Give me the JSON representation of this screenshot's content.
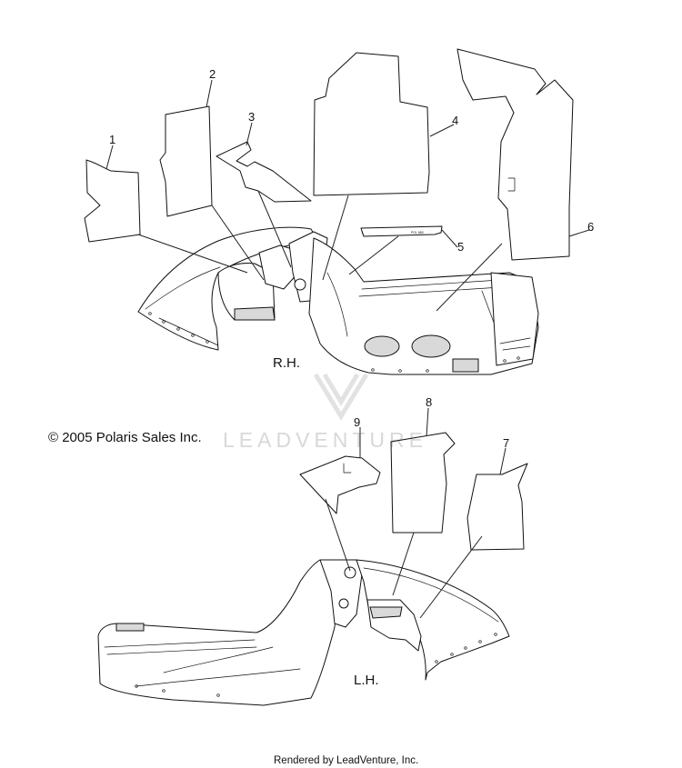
{
  "parts": [
    {
      "ref": "1"
    },
    {
      "ref": "2"
    },
    {
      "ref": "3"
    },
    {
      "ref": "4"
    },
    {
      "ref": "5"
    },
    {
      "ref": "6"
    },
    {
      "ref": "7"
    },
    {
      "ref": "8"
    },
    {
      "ref": "9"
    }
  ],
  "decal_text": "POL 680",
  "views": {
    "right": "R.H.",
    "left": "L.H."
  },
  "copyright": "© 2005 Polaris Sales Inc.",
  "watermark": "LEADVENTURE",
  "footer": "Rendered by LeadVenture, Inc."
}
